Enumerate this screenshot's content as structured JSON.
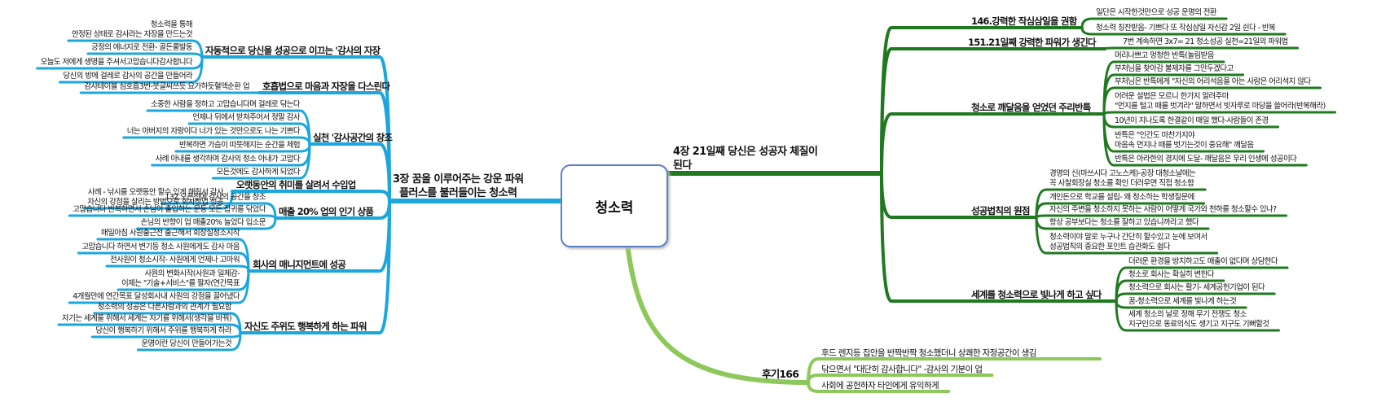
{
  "central": "청소력",
  "left_main": "3장 꿈을 이루어주는 강운 파워\n플러스를 불러들이는 청소력",
  "right_main": "4장 21일째 당신은 성공자 체질이\n된다",
  "colors": {
    "left": "#1aa7dd",
    "right": "#1f7a1f",
    "bottom": "#8cc85a",
    "box": "#5b7ec7"
  },
  "left": [
    {
      "label": "자동적으로 당신을 성공으로 이끄는 '감사의 자장",
      "children": [
        "청소력을 통해\n안정된 상태로 감사라는 자장을 만드는것",
        "긍정의 에너지로 전환- 골든룰발동",
        "오늘도 저에게 생명을 주셔서고맙습니다감사합니다",
        "당신의 방에 걸레로 감사의 공간을 만들어라"
      ]
    },
    {
      "label": "호흡법으로 마음과 자장을 다스린다",
      "children": [
        "감사테이블 심호흡3번-붓글씨쓰듯 요가하듯혈액순환 업"
      ]
    },
    {
      "label": "실천 '감사공간의 창조",
      "children": [
        "소중한 사람을 정하고 고맙습니다며 걸레로 닦는다",
        "언제나 뒤에서 받쳐주어서 정말 감사",
        "너는 아버지의 자랑이다 너가 있는 것만으로도 나는 기쁘다",
        "반복하면 가슴이 따뜻해지는 순간을 체험",
        "사례 아내를 생각하며 감사의 청소 아내가 고맙다",
        "모든것에도 감사하게 되었다"
      ]
    },
    {
      "label": "오랫동안의 취미를 살려서 수입업",
      "children": [
        "사례 - 낚시를 오랫동안 할수 있게 해줘서 감사\n자신의 강점을 살리는 방법으로 회사창업 성공"
      ]
    },
    {
      "label": "매출 20% 업의 인기 상품",
      "children": [
        "132.오픈전에 감사의 공간을 창조",
        "고맙습니다 반복하면서 손님이 출입하는 문등 모든 잡귀를 닦았다",
        "손님의 반향이 업 매출20% 늘었다 입소문"
      ]
    },
    {
      "label": "회사의 매니지먼트에 성공",
      "children": [
        "매일아침 사원출근전 출근해서 회장실청소시작",
        "고맙습니다 하면서 변기등 청소 사원에게도 감사 마음",
        "전사원이 청소시작- 사원에게 언제나 고마워",
        "사원의 변화시작(사원과 일체감-\n이제는 \"기술+서비스\"를 팔자(연간목표",
        "4개월만에 연간목표 달성회사내 사원의 강점을 끌어냈다"
      ]
    },
    {
      "label": "자신도 주위도 행복하게 하는 파워",
      "children": [
        "청소력의 성공은 다른사람과의 관계가 필요함",
        "자기는 세계를 위해서 세계는 자기를 위해서(생각을 바꿔)",
        "당신이 행복하기 위해서 주위를 행복하게 하라",
        "운명이란 당신이 만들어가는것"
      ]
    }
  ],
  "right": [
    {
      "label": "146.강력한 작심삼일을 권함",
      "children": [
        "일단은 시작한것만으로 성공 운명의 전환",
        "청소력 칭찬받음- 기쁘다 또 작심삼일 자신감 2일 쉰다 - 반복"
      ]
    },
    {
      "label": "151.21일째 강력한 파워가 생긴다",
      "children": [
        "7번 계속하면 3x7= 21 청소성공 실천=21일의 파워법"
      ]
    },
    {
      "label": "청소로 깨달음을 얻었던 주리반특",
      "children": [
        "머리나쁘고 멍청한 반특(놀림받음",
        "부처님을 찾아감 불제자를 그만두겠다고",
        "부처님은 반특에게 \"자신의 어리석음을 아는 사람은 어리석지 않다",
        "어려운 설법은 모르니 한가지 알려주마\n\"먼지를 털고 때를 벗겨라\" 말하면서 빗자루로 마당을 쓸어라(반복해라)",
        "10년이 지나도록 한결같이 매일 했다-사람들이 존경",
        "반특은 \"인간도 마찬가지야\n마음속 먼지나 때를 벗기는것이 중요해\" 깨달음",
        "반특은 아라한의 경지에 도달- 깨달음은 우리 인생에 성공이다"
      ]
    },
    {
      "label": "성공법칙의 원점",
      "children": [
        "경영의 신(마쓰시다 고노스케)-공장 대청소날에는\n꼭 사찰회장실 청소를 확인 더러우면 직접 청소함",
        "개인돈으로 학교를 설립- 왜 청소하는 학생질문에",
        "자신의 주변을 청소하지 못하는 사람이 어떻게 국가와 천하를 청소할수 있나?",
        "항상 공부보다는 청소를 잘하고 있습니까라고 했다",
        "청소력이야 말로 누구나 간단히 할수있고 눈에 보여서\n성공법칙의 중요한 포인트 습관화도 쉽다"
      ]
    },
    {
      "label": "세계를 청소력으로 빛나게 하고 싶다",
      "children": [
        "더러운 환경을 방치하고도 매출이 없다며 상담한다",
        "청소로 회사는 확실히 변한다",
        "청소력으로 회사는 활기- 세계공헌기업이 된다",
        "꿈-청소력으로 세계를 빛나게 하는것",
        "세계 청소의 날로 정해 무기 전쟁도 청소\n지구인으로 동료의식도 생기고 지구도 기뻐할것"
      ]
    }
  ],
  "bottom": {
    "label": "후기166",
    "children": [
      "후드 렌지등 집안을 반짝반짝 청소했더니 상쾌한 자정공간이 생김",
      "닦으면서 \"대단히 감사합니다\" -감사의 기분이 업",
      "사회에 공헌하자 타인에게 유익하게"
    ]
  }
}
